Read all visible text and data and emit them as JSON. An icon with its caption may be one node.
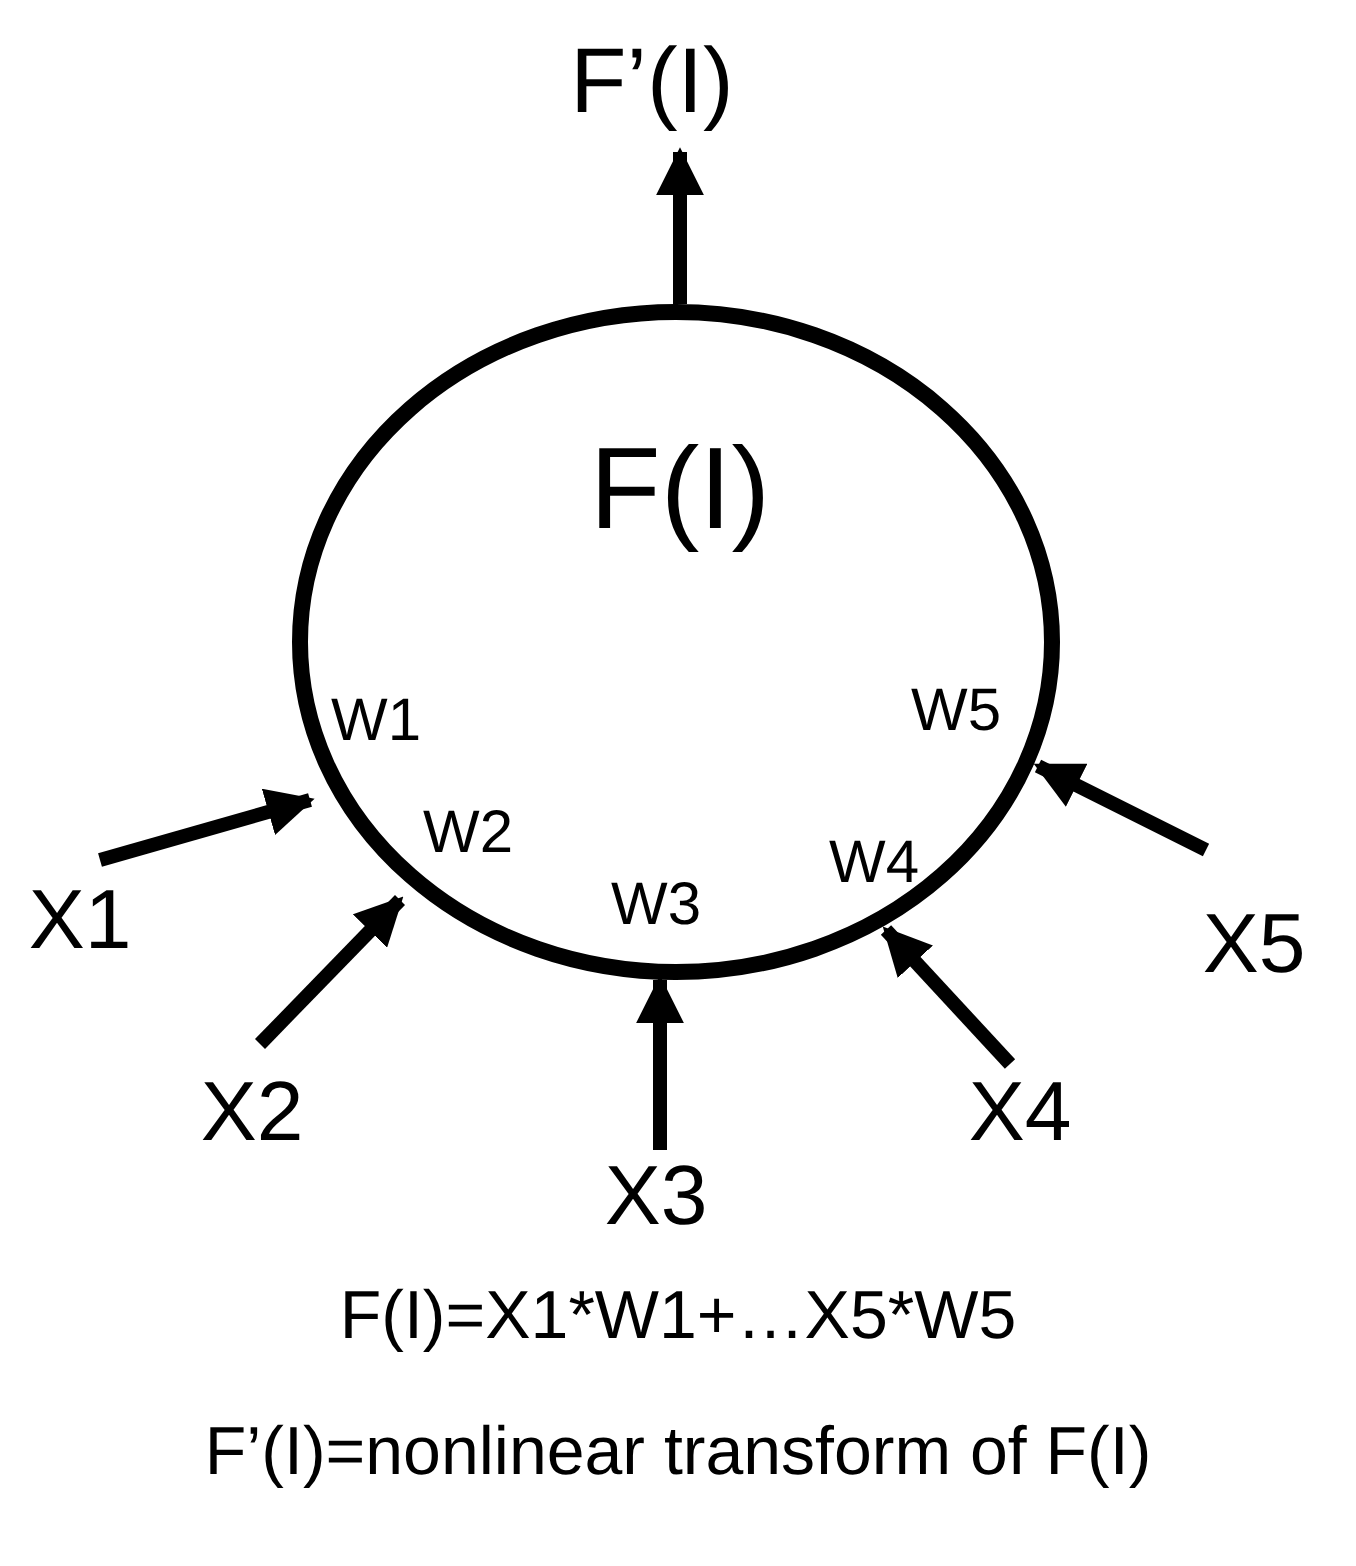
{
  "diagram": {
    "nodes": [
      {
        "text": [
          "F(I)",
          "W1",
          "W2",
          "W3",
          "W4",
          "W5"
        ]
      },
      {
        "text": [
          "X1"
        ]
      },
      {
        "text": [
          "X2"
        ]
      },
      {
        "text": [
          "X3"
        ]
      },
      {
        "text": [
          "X4"
        ]
      },
      {
        "text": [
          "X5"
        ]
      },
      {
        "text": [
          "F’(I)"
        ]
      }
    ],
    "edges": [
      {
        "from": 1,
        "to": 0,
        "arrow": "to"
      },
      {
        "from": 2,
        "to": 0,
        "arrow": "to"
      },
      {
        "from": 3,
        "to": 0,
        "arrow": "to"
      },
      {
        "from": 4,
        "to": 0,
        "arrow": "to"
      },
      {
        "from": 5,
        "to": 0,
        "arrow": "to"
      },
      {
        "from": 0,
        "to": 6,
        "arrow": "to"
      }
    ],
    "labels": [
      "F(I)=X1*W1+…X5*W5",
      "F’(I)=nonlinear transform of F(I)"
    ]
  }
}
